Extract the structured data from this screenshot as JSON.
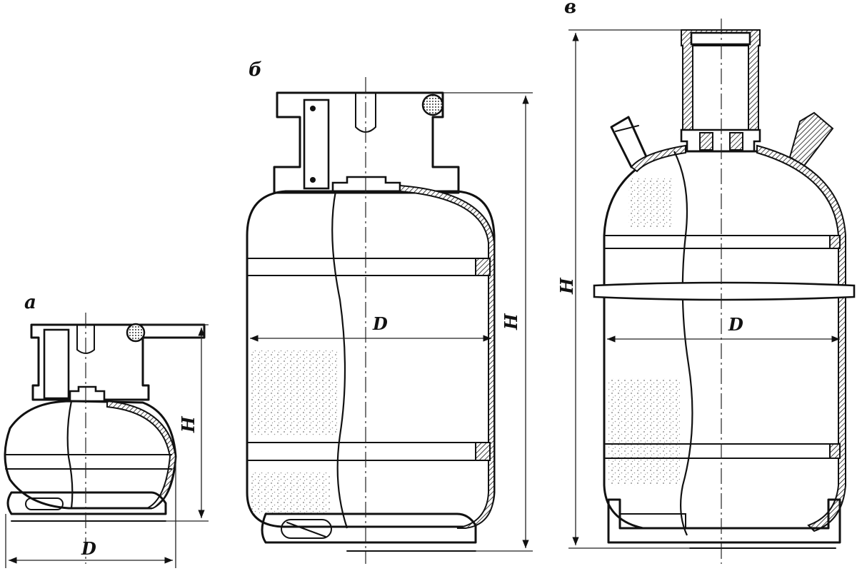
{
  "panels": [
    {
      "id": "a",
      "letter": "а",
      "dims": {
        "height": "H",
        "diameter": "D"
      }
    },
    {
      "id": "b",
      "letter": "б",
      "dims": {
        "height": "H",
        "diameter": "D"
      }
    },
    {
      "id": "v",
      "letter": "в",
      "dims": {
        "height": "H",
        "diameter": "D"
      }
    }
  ]
}
